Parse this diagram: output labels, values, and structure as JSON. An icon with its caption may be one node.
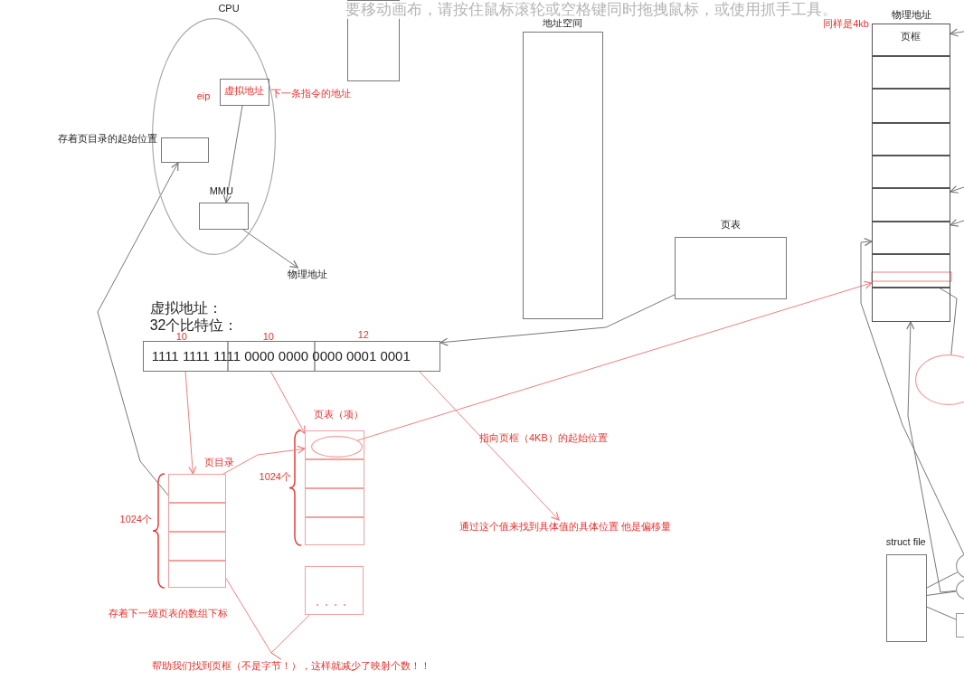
{
  "diagram": {
    "nodes": [
      {
        "text": [
          "CPU"
        ]
      },
      {
        "text": [
          "虚拟地址"
        ],
        "beside": [
          "eip",
          "下一条指令的地址"
        ],
        "in": 0
      },
      {
        "text": [],
        "shape": "box",
        "beside": [
          "存着页目录的起始位置"
        ],
        "in": 0
      },
      {
        "text": [
          "MMU"
        ],
        "in": 0
      },
      {
        "text": [
          "物理地址"
        ]
      },
      {
        "text": [],
        "shape": "box"
      },
      {
        "text": [
          "地址空间"
        ]
      },
      {
        "text": [
          "页表"
        ]
      },
      {
        "text": [
          "物理地址"
        ],
        "beside": [
          "同样是4kb"
        ]
      },
      {
        "text": [
          "页框"
        ],
        "in": 8
      },
      {
        "text": [],
        "shape": "box",
        "in": 8
      },
      {
        "text": [],
        "shape": "box",
        "in": 8
      },
      {
        "text": [],
        "shape": "box",
        "in": 8
      },
      {
        "text": [],
        "shape": "box",
        "in": 8
      },
      {
        "text": [],
        "shape": "box",
        "in": 8
      },
      {
        "text": [],
        "shape": "box",
        "in": 8
      },
      {
        "text": [],
        "shape": "box",
        "in": 8
      },
      {
        "text": [],
        "shape": "box",
        "in": 8
      },
      {
        "text": [
          "1111 1111 1111 0000 0000 0000 0001 0001"
        ],
        "beside": [
          "虚拟地址：",
          "32个比特位：",
          "10",
          "10",
          "12"
        ]
      },
      {
        "text": [
          "页目录"
        ],
        "beside": [
          "1024个"
        ]
      },
      {
        "text": [],
        "shape": "box",
        "in": 19
      },
      {
        "text": [],
        "shape": "box",
        "in": 19
      },
      {
        "text": [],
        "shape": "box",
        "in": 19
      },
      {
        "text": [],
        "shape": "box",
        "in": 19
      },
      {
        "text": [
          "页表（项）"
        ],
        "beside": [
          "1024个"
        ]
      },
      {
        "text": [],
        "shape": "box",
        "in": 24
      },
      {
        "text": [],
        "shape": "box",
        "in": 24
      },
      {
        "text": [],
        "shape": "box",
        "in": 24
      },
      {
        "text": [],
        "shape": "box",
        "in": 24
      },
      {
        "text": [],
        "shape": "circle",
        "in": 25
      },
      {
        "text": [
          "。。。。"
        ]
      },
      {
        "text": [
          "通过这个值来找到具体值的具体位置 他是偏移量"
        ]
      },
      {
        "text": [
          "帮助我们找到页框（不是字节！），这样就减少了映射个数！！"
        ]
      },
      {
        "text": [],
        "shape": "circle"
      },
      {
        "text": [
          "struct file"
        ]
      },
      {
        "text": [],
        "shape": "circle"
      },
      {
        "text": [],
        "shape": "circle"
      },
      {
        "text": [],
        "shape": "box"
      }
    ],
    "edges": [
      {
        "from": 1,
        "to": 3,
        "arrow": "to"
      },
      {
        "from": 3,
        "to": 4,
        "arrow": "to"
      },
      {
        "from": 19,
        "to": 2,
        "arrow": "to"
      },
      {
        "from": 7,
        "to": 18,
        "arrow": "to"
      },
      {
        "from": 18,
        "to": 19,
        "arrow": "to",
        "color": "#f08080"
      },
      {
        "from": 18,
        "to": 24,
        "arrow": "to",
        "color": "#f08080"
      },
      {
        "from": 18,
        "to": 31,
        "arrow": "to",
        "color": "#f08080"
      },
      {
        "from": 20,
        "to": 25,
        "arrow": "to",
        "color": "#f08080"
      },
      {
        "from": 29,
        "to": 16,
        "arrow": "to",
        "color": "#f08080"
      },
      {
        "from": 32,
        "to": 19,
        "arrow": "none",
        "color": "#f08080"
      },
      {
        "from": 32,
        "to": 30,
        "arrow": "none",
        "color": "#f08080"
      },
      {
        "from": null,
        "to": 9,
        "arrow": "to"
      },
      {
        "from": null,
        "to": 14,
        "arrow": "to"
      },
      {
        "from": null,
        "to": 15,
        "arrow": "to"
      },
      {
        "from": 35,
        "to": 15,
        "arrow": "to"
      },
      {
        "from": 36,
        "to": 17,
        "arrow": "to"
      },
      {
        "from": 16,
        "to": 33,
        "arrow": "none"
      },
      {
        "from": 34,
        "to": 35,
        "arrow": "none"
      },
      {
        "from": 34,
        "to": 36,
        "arrow": "none"
      },
      {
        "from": 34,
        "to": 37,
        "arrow": "none"
      }
    ],
    "labels": [
      "要移动画布，请按住鼠标滚轮或空格键同时拖拽鼠标，或使用抓手工具。",
      "指向页框（4KB）的起始位置",
      "存着下一级页表的数组下标"
    ]
  }
}
